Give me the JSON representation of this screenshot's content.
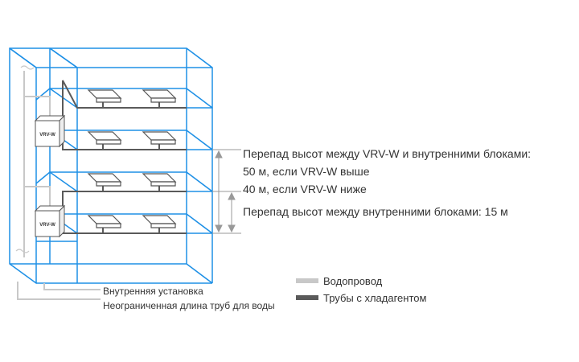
{
  "diagram": {
    "unit_label_top": "VRV-W",
    "unit_label_bottom": "VRV-W",
    "annotation_line1": "Перепад высот между VRV-W и внутренними блоками:",
    "annotation_line2": "50 м, если VRV-W выше",
    "annotation_line3": "40 м, если VRV-W ниже",
    "annotation_line4": "Перепад высот между внутренними блоками: 15 м",
    "label_indoor_installation": "Внутренняя установка",
    "label_unlimited_pipe": "Неограниченная длина труб для воды"
  },
  "legend": {
    "items": [
      {
        "label": "Водопровод",
        "color": "#c8c8c8"
      },
      {
        "label": "Трубы с хладагентом",
        "color": "#5a5a5a"
      }
    ]
  },
  "colors": {
    "building_outline": "#1e90e6",
    "water_pipe": "#c8c8c8",
    "refrigerant_pipe": "#5a5a5a",
    "text": "#333333"
  }
}
